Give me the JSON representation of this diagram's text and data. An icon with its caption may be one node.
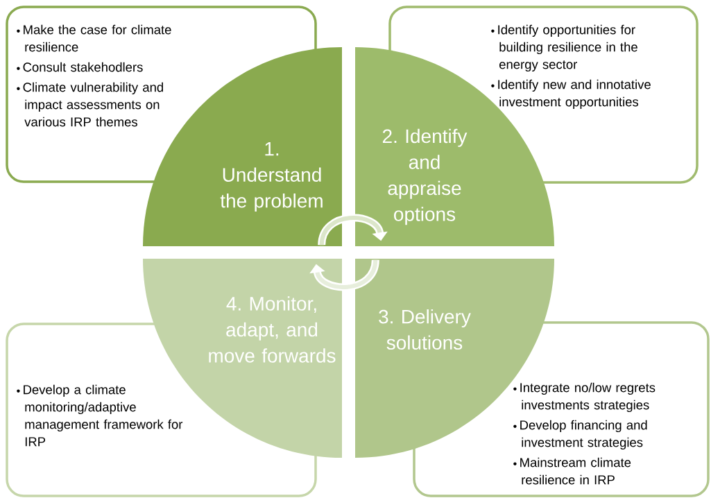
{
  "diagram": {
    "nodes": [
      {
        "text": [
          "Make the case for climate resilience",
          "Consult stakehodlers",
          "Climate vulnerability and impact assessments on various IRP themes"
        ]
      },
      {
        "text": [
          "Identify opportunities for building resilience in the energy sector",
          "Identify new and innotative investment opportunities"
        ]
      },
      {
        "text": [
          "Develop a climate monitoring/adaptive management framework for IRP"
        ]
      },
      {
        "text": [
          "Integrate no/low regrets investments strategies",
          "Develop financing and investment strategies",
          "Mainstream climate resilience in IRP"
        ]
      },
      {
        "text": [
          "1. Understand the problem"
        ]
      },
      {
        "text": [
          "2. Identify and appraise options"
        ]
      },
      {
        "text": [
          "3. Delivery solutions"
        ]
      },
      {
        "text": [
          "4. Monitor, adapt, and move forwards"
        ]
      }
    ],
    "edges": [
      {
        "from": 4,
        "to": 5,
        "arrow": "to"
      },
      {
        "from": 6,
        "to": 7,
        "arrow": "to"
      }
    ]
  }
}
